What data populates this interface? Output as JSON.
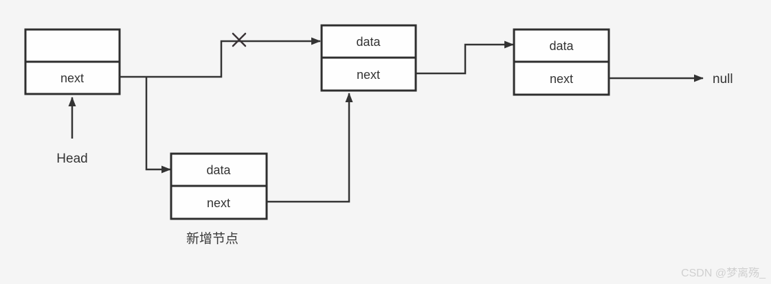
{
  "diagram": {
    "head_label": "Head",
    "null_label": "null",
    "new_node_caption": "新增节点",
    "nodes": {
      "head_node": {
        "top": "",
        "bottom": "next"
      },
      "node_a": {
        "data": "data",
        "next": "next"
      },
      "node_b": {
        "data": "data",
        "next": "next"
      },
      "new_node": {
        "data": "data",
        "next": "next"
      }
    }
  },
  "watermark": "CSDN @梦离殇_",
  "colors": {
    "background": "#f5f5f5",
    "box_fill": "#fefefe",
    "stroke": "#2e2e2e",
    "line": "#333333",
    "text": "#333333",
    "watermark": "#d0d0d0"
  }
}
